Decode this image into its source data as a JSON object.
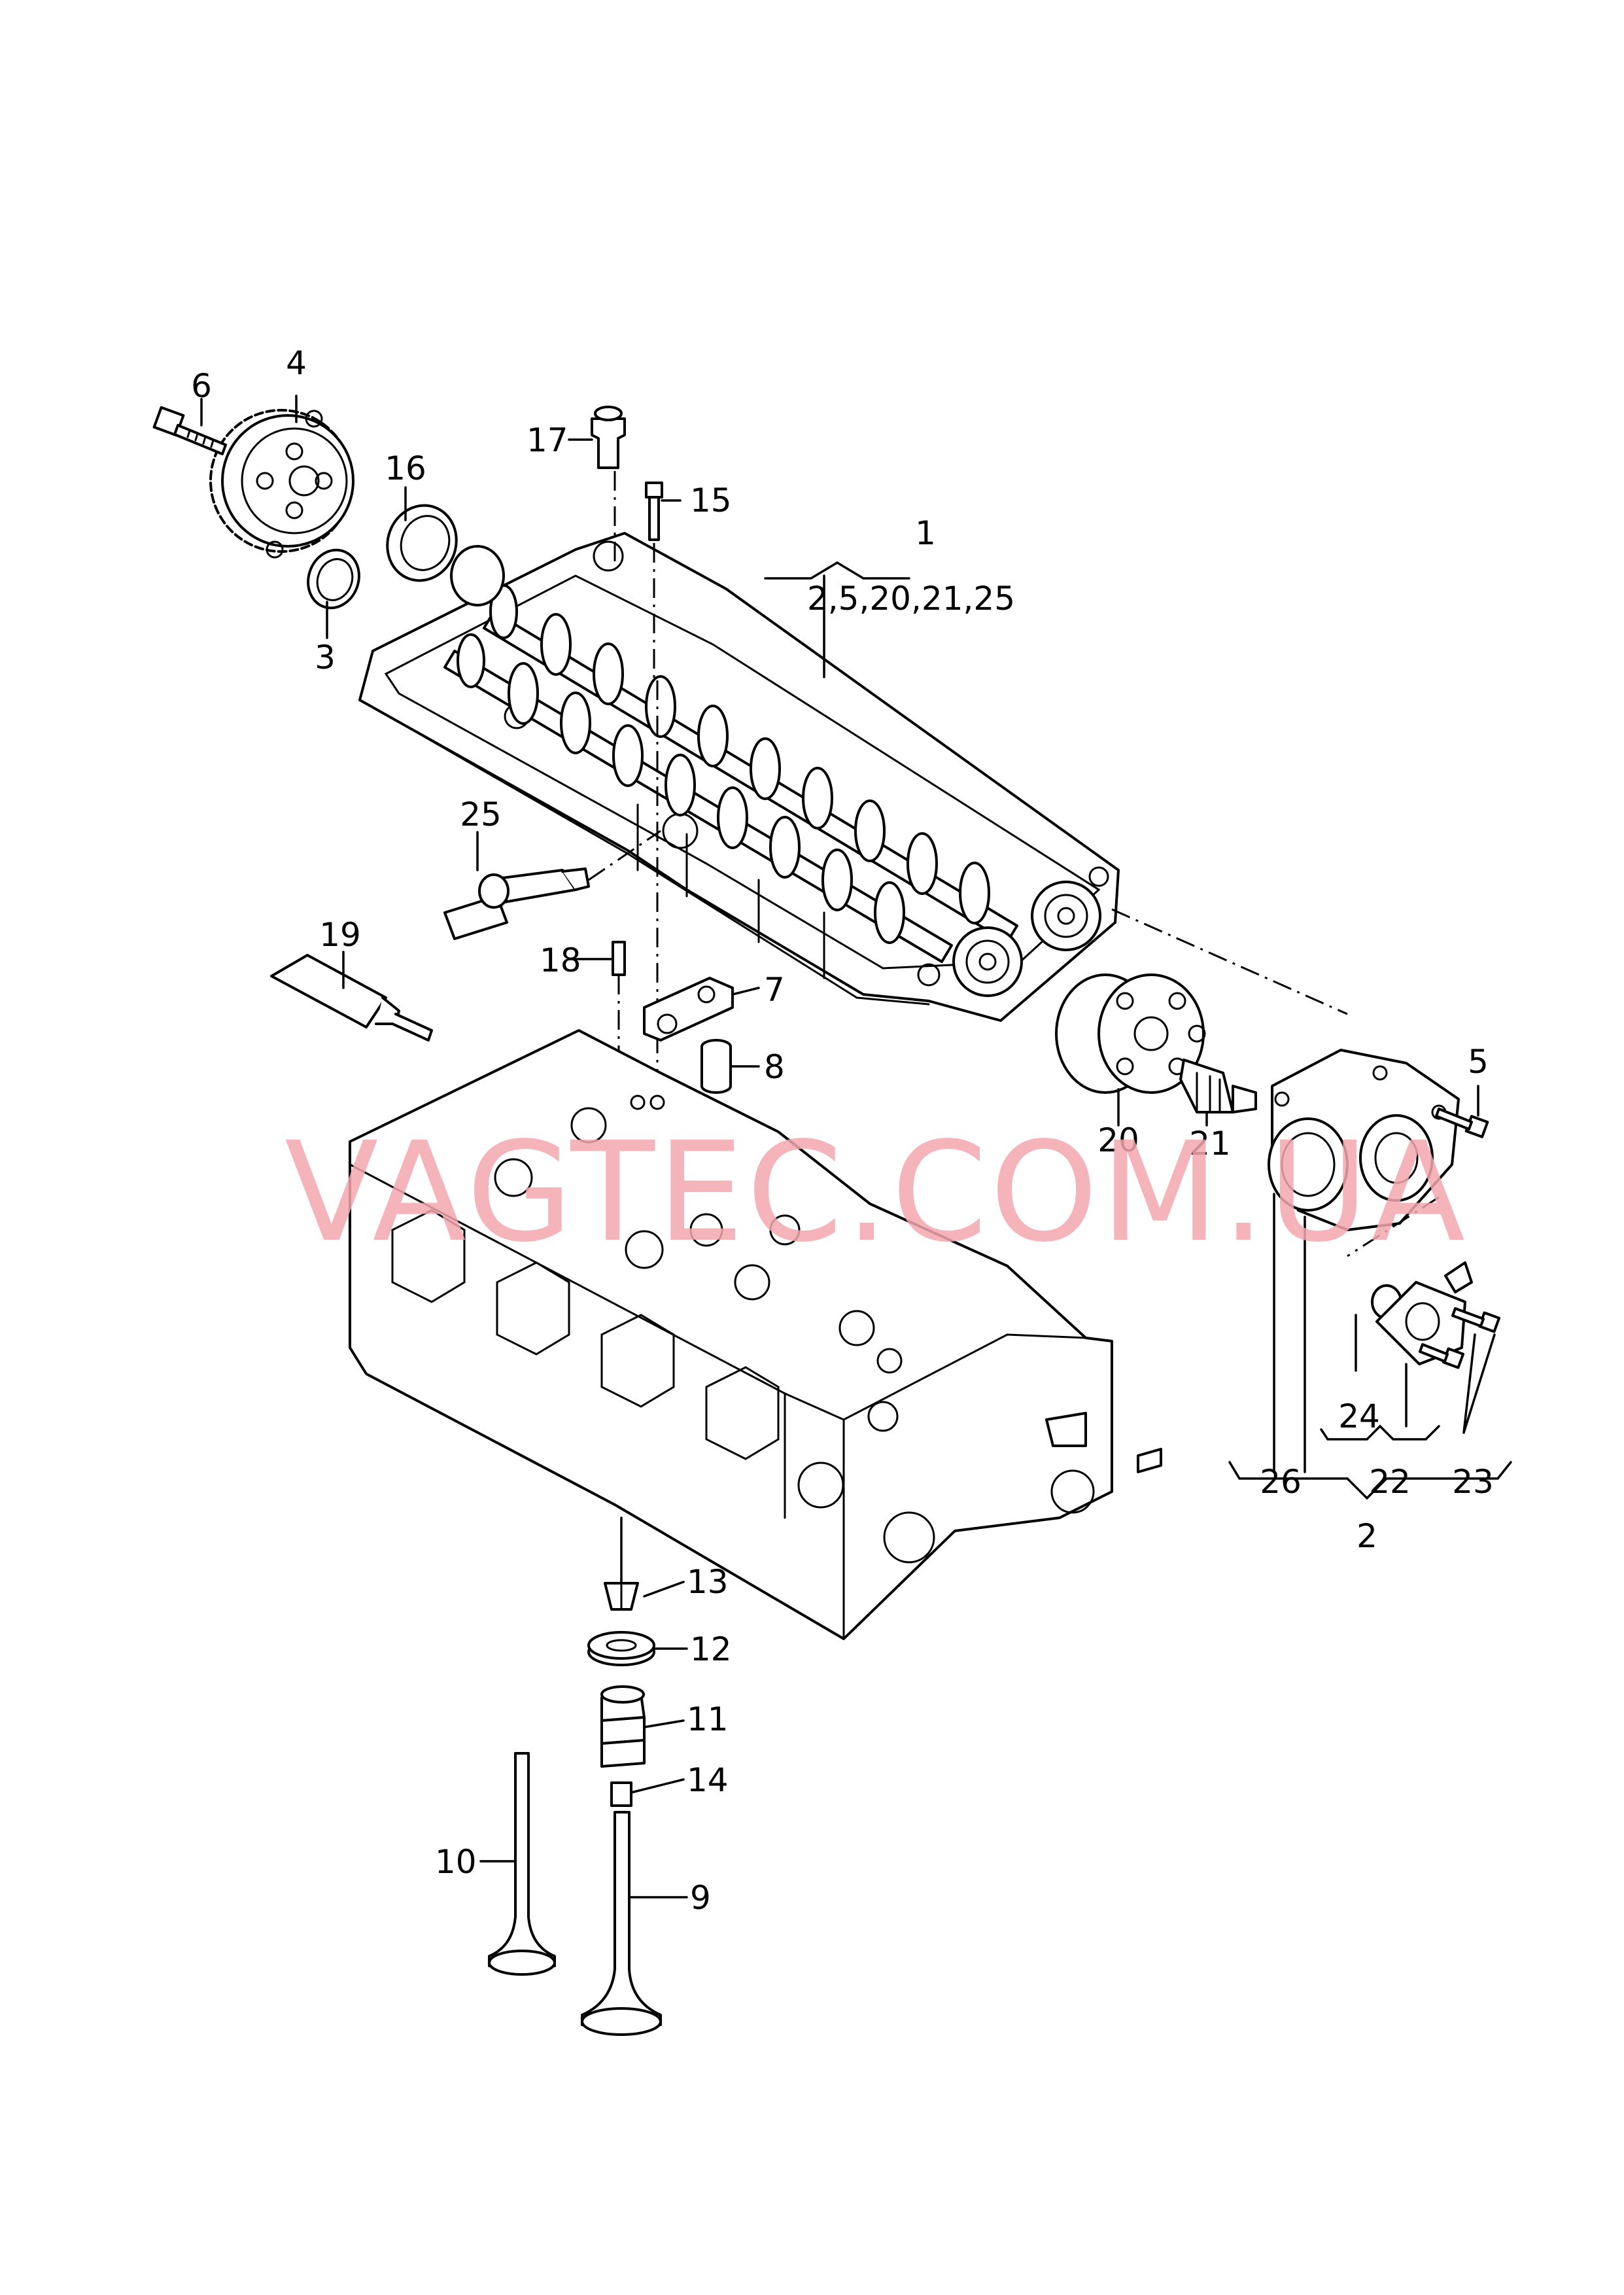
{
  "callouts": {
    "c1": "1",
    "c1_sub": "2,5,20,21,25",
    "c2": "2",
    "c3": "3",
    "c4": "4",
    "c5": "5",
    "c6": "6",
    "c7": "7",
    "c8": "8",
    "c9": "9",
    "c10": "10",
    "c11": "11",
    "c12": "12",
    "c13": "13",
    "c14": "14",
    "c15": "15",
    "c16": "16",
    "c17": "17",
    "c18": "18",
    "c19": "19",
    "c20": "20",
    "c21": "21",
    "c22": "22",
    "c23": "23",
    "c24": "24",
    "c25": "25",
    "c26": "26"
  },
  "watermark": "VAGTEC.COM.UA"
}
